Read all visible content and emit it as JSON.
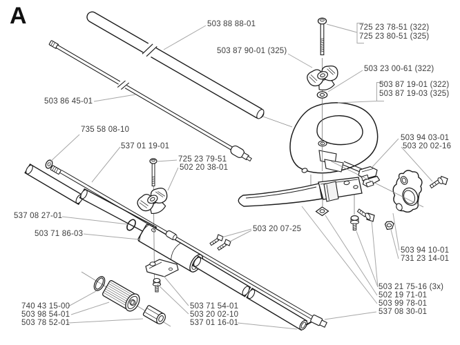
{
  "figure": {
    "letter": "A",
    "type": "exploded-parts-diagram",
    "colors": {
      "background": "#ffffff",
      "part_line": "#1c1c1c",
      "leader_line": "#a6a6a6",
      "label_text": "#3b3b3b"
    }
  },
  "labels": [
    {
      "id": "tube-upper",
      "text": "503 88 88-01"
    },
    {
      "id": "handle-bolt",
      "lines": [
        "725 23 78-51 (322)",
        "725 23 80-51 (325)"
      ]
    },
    {
      "id": "knob-upper",
      "text": "503 87 90-01 (325)"
    },
    {
      "id": "washer-upper",
      "text": "503 23 00-61 (322)"
    },
    {
      "id": "loop-handle",
      "lines": [
        "503 87 19-01 (322)",
        "503 87 19-03 (325)"
      ]
    },
    {
      "id": "clamp-halves",
      "text": "503 94 03-01"
    },
    {
      "id": "screw-right",
      "text": "503 20 02-16"
    },
    {
      "id": "rod-upper",
      "text": "503 86 45-01"
    },
    {
      "id": "ring",
      "text": "735 58 08-10"
    },
    {
      "id": "front-tube",
      "text": "537 01 19-01"
    },
    {
      "id": "bolt-knob",
      "text": "725 23 79-51"
    },
    {
      "id": "wing-knob",
      "text": "502 20 38-01"
    },
    {
      "id": "clip",
      "text": "537 08 27-01"
    },
    {
      "id": "coupler",
      "text": "503 71 86-03"
    },
    {
      "id": "screws-pair",
      "text": "503 20 07-25"
    },
    {
      "id": "flange-wheel",
      "text": "503 94 10-01"
    },
    {
      "id": "nut",
      "text": "731 23 14-01"
    },
    {
      "id": "screws-3x",
      "text": "503 21 75-16 (3x)"
    },
    {
      "id": "square-washer",
      "text": "502 19 71-01"
    },
    {
      "id": "handlebar",
      "text": "503 99 78-01"
    },
    {
      "id": "shaft-end",
      "text": "537 08 30-01"
    },
    {
      "id": "o-ring",
      "text": "740 43 15-00"
    },
    {
      "id": "spline-insert",
      "text": "503 98 54-01"
    },
    {
      "id": "bushing",
      "text": "503 78 52-01"
    },
    {
      "id": "clamp-bracket",
      "text": "503 71 54-01"
    },
    {
      "id": "screw-clamp",
      "text": "503 20 02-10"
    },
    {
      "id": "lower-tube",
      "text": "537 01 16-01"
    }
  ]
}
